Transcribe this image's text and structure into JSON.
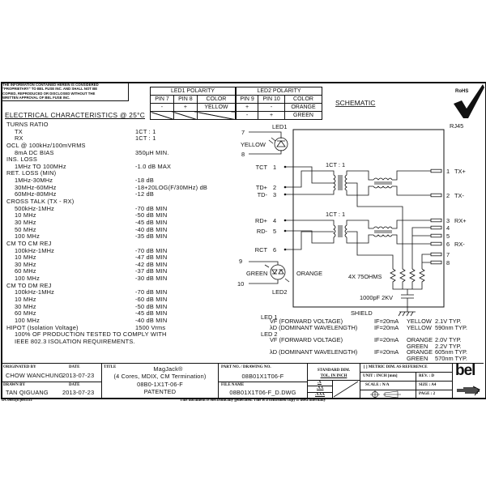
{
  "notice": [
    "THE INFORMATION CONTAINED HEREIN IS CONSIDERED",
    "\"PROPRIETARY\" TO BEL FUSE INC. AND SHALL NOT BE",
    "COPIED, REPRODUCED OR DISCLOSED WITHOUT THE",
    "WRITTEN APPROVAL OF BEL FUSE INC."
  ],
  "specs": {
    "title": "ELECTRICAL CHARACTERISTICS @ 25°C",
    "rows": [
      {
        "label": "TURNS RATIO",
        "value": "",
        "indent": false
      },
      {
        "label": "TX",
        "value": "1CT : 1",
        "indent": true
      },
      {
        "label": "RX",
        "value": "1CT : 1",
        "indent": true
      },
      {
        "label": "OCL @ 100kHz/100mVRMS",
        "value": "",
        "indent": false
      },
      {
        "label": "8mA DC BIAS",
        "value": "350µH MIN.",
        "indent": true
      },
      {
        "label": "INS. LOSS",
        "value": "",
        "indent": false
      },
      {
        "label": "1MHz TO 100MHz",
        "value": "-1.0 dB MAX",
        "indent": true
      },
      {
        "label": "RET. LOSS (MIN)",
        "value": "",
        "indent": false
      },
      {
        "label": "1MHz-30MHz",
        "value": "-18 dB",
        "indent": true
      },
      {
        "label": "30MHz-60MHz",
        "value": "-18+20LOG(F/30MHz) dB",
        "indent": true
      },
      {
        "label": "60MHz-80MHz",
        "value": "-12 dB",
        "indent": true
      },
      {
        "label": "CROSS TALK (TX - RX)",
        "value": "",
        "indent": false
      },
      {
        "label": "500kHz-1MHz",
        "value": "-70 dB MIN",
        "indent": true
      },
      {
        "label": "10 MHz",
        "value": "-50 dB MIN",
        "indent": true
      },
      {
        "label": "30 MHz",
        "value": "-45 dB MIN",
        "indent": true
      },
      {
        "label": "50 MHz",
        "value": "-40 dB MIN",
        "indent": true
      },
      {
        "label": "100 MHz",
        "value": "-35 dB MIN",
        "indent": true
      },
      {
        "label": "CM TO CM REJ",
        "value": "",
        "indent": false
      },
      {
        "label": "100kHz-1MHz",
        "value": "-70 dB MIN",
        "indent": true
      },
      {
        "label": "10 MHz",
        "value": "-47 dB MIN",
        "indent": true
      },
      {
        "label": "30 MHz",
        "value": "-42 dB MIN",
        "indent": true
      },
      {
        "label": "60 MHz",
        "value": "-37 dB MIN",
        "indent": true
      },
      {
        "label": "100 MHz",
        "value": "-30 dB MIN",
        "indent": true
      },
      {
        "label": "CM TO DM REJ",
        "value": "",
        "indent": false
      },
      {
        "label": "100kHz-1MHz",
        "value": "-70 dB MIN",
        "indent": true
      },
      {
        "label": "10 MHz",
        "value": "-60 dB MIN",
        "indent": true
      },
      {
        "label": "30 MHz",
        "value": "-50 dB MIN",
        "indent": true
      },
      {
        "label": "60 MHz",
        "value": "-45 dB MIN",
        "indent": true
      },
      {
        "label": "100 MHz",
        "value": "-40 dB MIN",
        "indent": true
      },
      {
        "label": "HIPOT (Isolation Voltage)",
        "value": "1500 Vrms",
        "indent": false
      },
      {
        "label": "100% OF PRODUCTION TESTED TO COMPLY WITH",
        "value": "",
        "indent": true
      },
      {
        "label": "IEEE 802.3 ISOLATION REQUIREMENTS.",
        "value": "",
        "indent": true
      }
    ]
  },
  "led1_table": {
    "title": "LED1 POLARITY",
    "headers": [
      "PIN 7",
      "PIN 8",
      "COLOR"
    ],
    "row": [
      "-",
      "+",
      "YELLOW"
    ]
  },
  "led2_table": {
    "title": "LED2 POLARITY",
    "headers": [
      "PIN 9",
      "PIN 10",
      "COLOR"
    ],
    "rows": [
      [
        "+",
        "-",
        "ORANGE"
      ],
      [
        "-",
        "+",
        "GREEN"
      ]
    ]
  },
  "schematic": {
    "title": "SCHEMATIC",
    "rohs": "RoHS",
    "connector": "RJ45",
    "led1": "LED1",
    "led1_color": "YELLOW",
    "pin7": "7",
    "pin8": "8",
    "led2": "LED2",
    "led2_green": "GREEN",
    "led2_orange": "ORANGE",
    "pin9": "9",
    "pin10": "10",
    "left_pins": [
      {
        "name": "TCT",
        "num": "1"
      },
      {
        "name": "TD+",
        "num": "2"
      },
      {
        "name": "TD-",
        "num": "3"
      },
      {
        "name": "RD+",
        "num": "4"
      },
      {
        "name": "RD-",
        "num": "5"
      },
      {
        "name": "RCT",
        "num": "6"
      }
    ],
    "ratio_top": "1CT : 1",
    "ratio_bottom": "1CT : 1",
    "right_pins": [
      {
        "num": "1",
        "name": "TX+"
      },
      {
        "num": "2",
        "name": "TX-"
      },
      {
        "num": "3",
        "name": "RX+"
      },
      {
        "num": "4",
        "name": ""
      },
      {
        "num": "5",
        "name": ""
      },
      {
        "num": "6",
        "name": "RX-"
      },
      {
        "num": "7",
        "name": ""
      },
      {
        "num": "8",
        "name": ""
      }
    ],
    "resistors": "4X 75OHMS",
    "capacitor": "1000pF 2KV",
    "shield": "SHIELD"
  },
  "led_specs": {
    "led1": "LED 1",
    "led2": "LED 2",
    "rows": [
      {
        "param": "VF (FORWARD VOLTAGE)",
        "cond": "IF=20mA",
        "color": "YELLOW",
        "value": "2.1V TYP."
      },
      {
        "param": "λD (DOMINANT WAVELENGTH)",
        "cond": "IF=20mA",
        "color": "YELLOW",
        "value": "590nm TYP."
      },
      {
        "param": "VF (FORWARD VOLTAGE)",
        "cond": "IF=20mA",
        "color": "ORANGE",
        "value": "2.0V TYP."
      },
      {
        "param": "",
        "cond": "",
        "color": "GREEN",
        "value": "2.2V TYP."
      },
      {
        "param": "λD (DOMINANT WAVELENGTH)",
        "cond": "IF=20mA",
        "color": "ORANGE",
        "value": "605nm TYP."
      },
      {
        "param": "",
        "cond": "",
        "color": "GREEN",
        "value": "570nm TYP."
      }
    ]
  },
  "title_block": {
    "originated_by_label": "ORIGINATED BY",
    "originated_by": "CHOW WANCHUNG",
    "date_label": "DATE",
    "originated_date": "2013-07-23",
    "drawn_by_label": "DRAWN BY",
    "drawn_by": "TAN QIGUANG",
    "drawn_date": "2013-07-23",
    "title_label": "TITLE",
    "title_1": "MagJack®",
    "title_2": "(4 Cores, MDIX, CM Termination)",
    "title_3": "08B0-1X1T-06-F",
    "title_4": "PATENTED",
    "part_label": "PART NO. / DRAWING NO.",
    "part_no": "08B01X1T06-F",
    "file_label": "FILE NAME",
    "file_name": "08B01X1T06-F_D.DWG",
    "std_dim": "STANDARD DIM.",
    "tol": "TOL. IN INCH",
    "tol_rows": [
      ".X",
      ".XX",
      ".XXX"
    ],
    "metric": "[ ] METRIC DIM. AS REFERENCE",
    "unit": "UNIT : INCH [mm]",
    "rev": "REV. : D",
    "scale": "SCALE : N/A",
    "size": "SIZE : A4",
    "page": "PAGE : 2",
    "logo": "bel"
  },
  "footer": {
    "doc_code": "DC0085[E]081111",
    "note": "This document is electronically generated. This is a controlled copy if used internally"
  }
}
